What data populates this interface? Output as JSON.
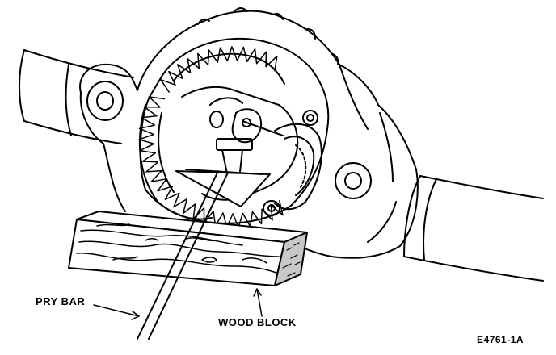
{
  "labels": {
    "pry_bar": "PRY BAR",
    "wood_block": "WOOD BLOCK",
    "figure_id": "E4761-1A"
  },
  "colors": {
    "ink": "#000000",
    "paper": "#ffffff",
    "shade": "#c8c8c8"
  }
}
